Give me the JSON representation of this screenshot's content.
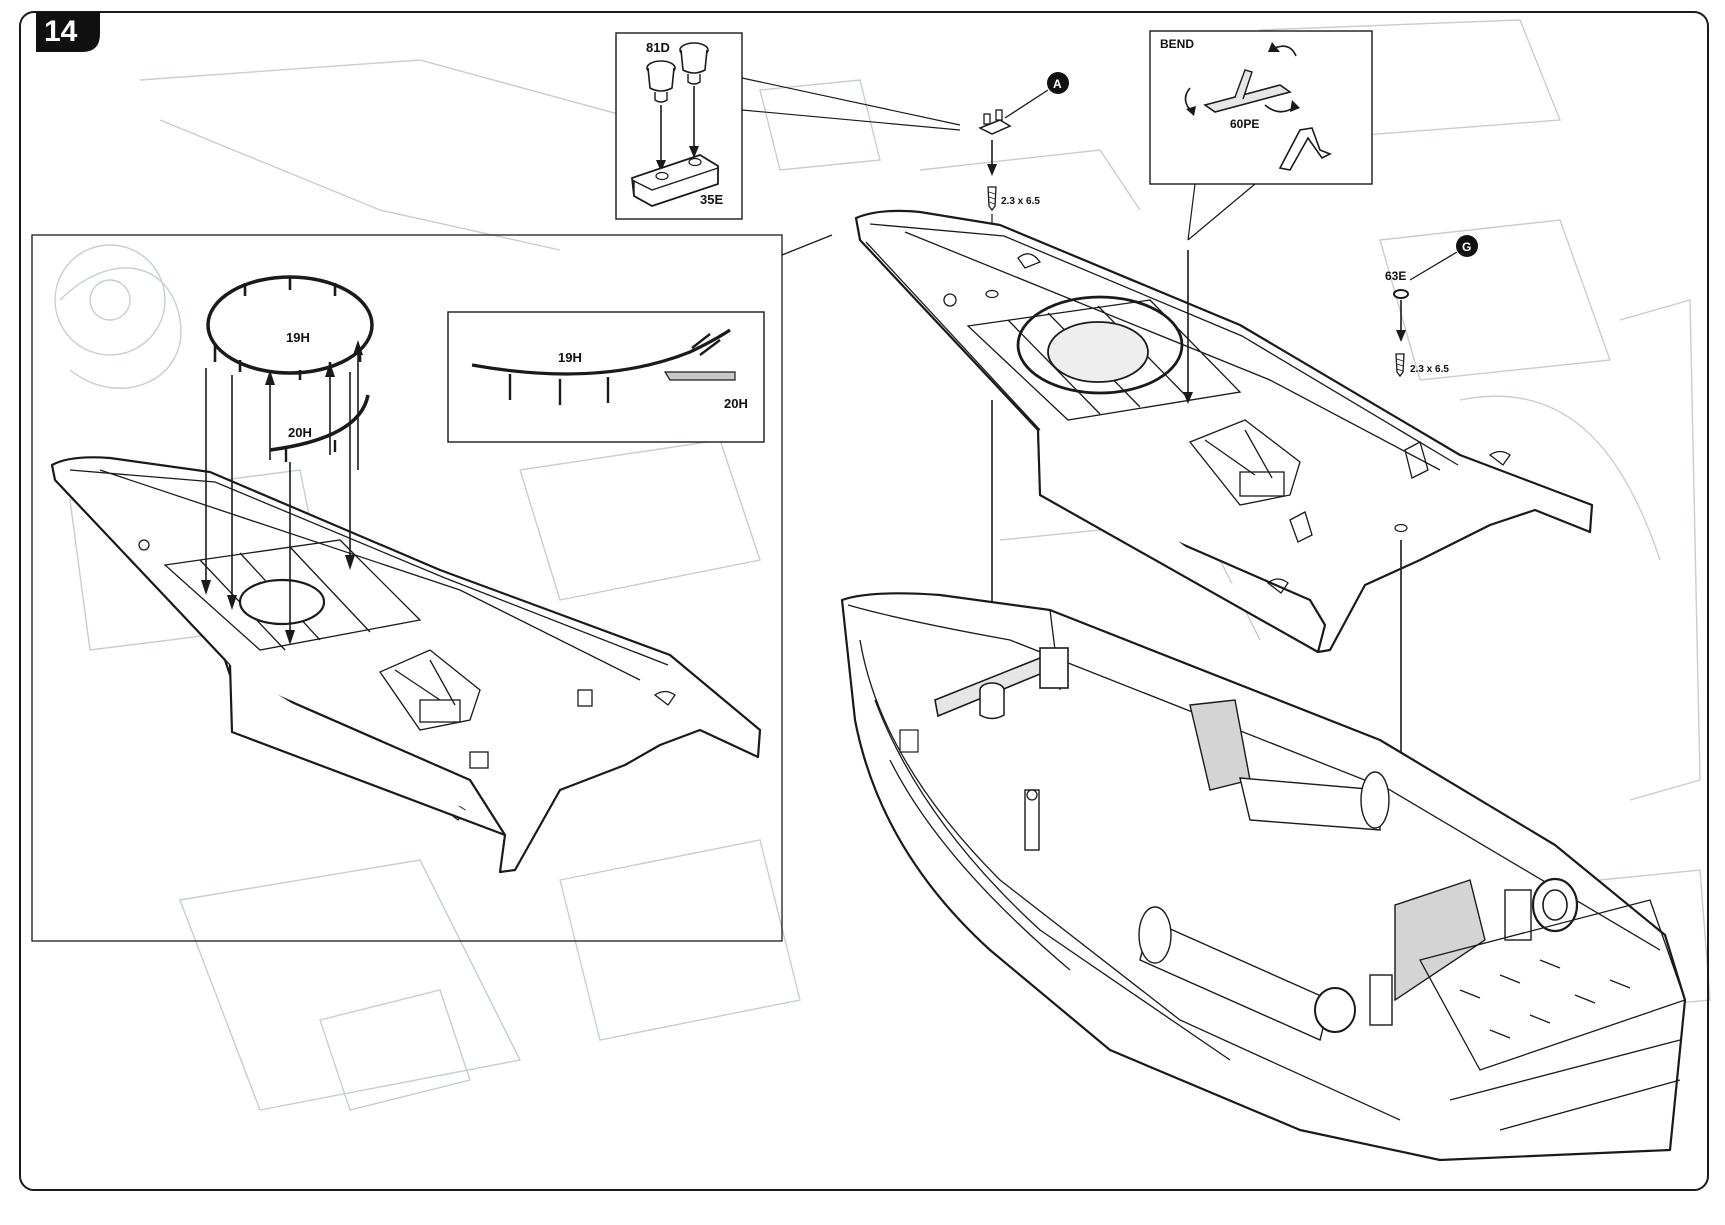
{
  "step": {
    "number": "14"
  },
  "markers": [
    {
      "id": "A",
      "letter": "A"
    },
    {
      "id": "G",
      "letter": "G"
    }
  ],
  "parts": {
    "p81": "81D",
    "p35": "35E",
    "p19_ring": "19H",
    "p20_ring": "20H",
    "p19_detail": "19H",
    "p20_detail": "20H",
    "p60": "60PE",
    "p63": "63E"
  },
  "bend_label": "BEND",
  "screws": {
    "screw_a": "2.3 x 6.5",
    "screw_g": "2.3 x 6.5"
  },
  "colors": {
    "ink": "#1a1a1a",
    "ghost": "#c6ced2",
    "shading": "#d4d4d4",
    "paper": "#ffffff"
  }
}
